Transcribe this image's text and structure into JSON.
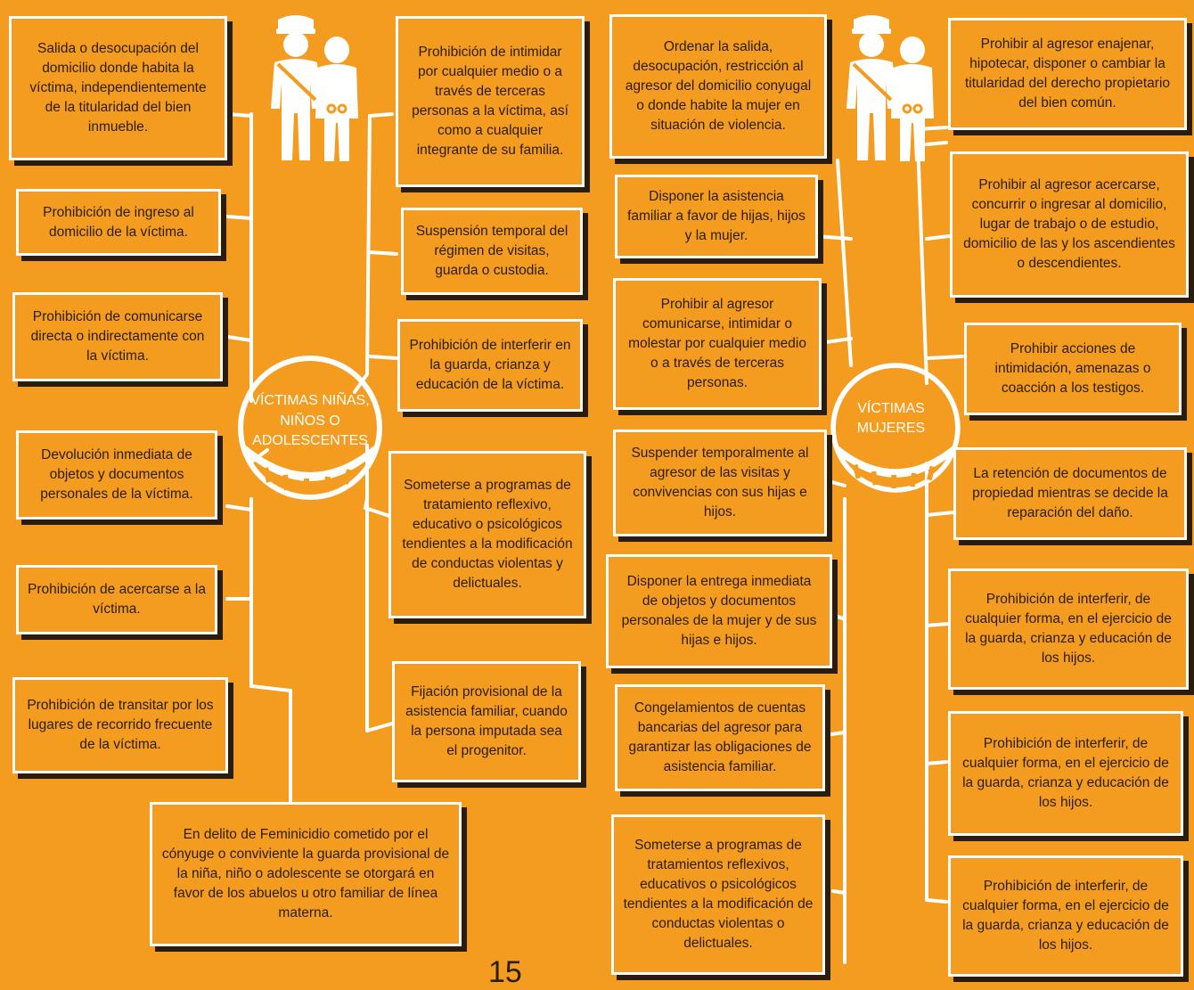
{
  "left": {
    "hub_label": "VÍCTIMAS NIÑAS, NIÑOS O ADOLESCENTES",
    "boxes": [
      "Salida o desocupación del domicilio donde habita la víctima, independientemente de la titularidad del bien inmueble.",
      "Prohibición de ingreso al domicilio de la víctima.",
      "Prohibición de comunicarse directa o indirectamente con la víctima.",
      "Devolución inmediata de objetos y documentos personales de la víctima.",
      "Prohibición de acercarse a la víctima.",
      "Prohibición de transitar por los lugares de recorrido frecuente de la víctima.",
      "Prohibición de intimidar por cualquier medio o a través de terceras personas a la víctima, así como a cualquier integrante de su familia.",
      "Suspensión temporal del régimen de visitas, guarda o custodia.",
      "Prohibición de interferir en la guarda, crianza y educación de la víctima.",
      "Someterse a programas de tratamiento reflexivo, educativo o psicológicos tendientes a la modificación de conductas violentas y delictuales.",
      "Fijación provisional de la asistencia familiar, cuando la persona imputada sea el progenitor.",
      "En delito de Feminicidio cometido por el cónyuge o conviviente la guarda provisional de la niña, niño o adolescente se otorgará en favor de los abuelos u otro familiar de línea materna."
    ]
  },
  "right": {
    "hub_label": "VÍCTIMAS MUJERES",
    "boxes": [
      "Ordenar la salida, desocupación, restricción al agresor del domicilio conyugal o donde habite la mujer en situación de violencia.",
      "Disponer la asistencia familiar a favor de hijas, hijos y la mujer.",
      "Prohibir al agresor comunicarse, intimidar o molestar por cualquier medio o a través de terceras personas.",
      "Suspender temporalmente al agresor de las visitas y convivencias con sus hijas e hijos.",
      "Disponer la entrega inmediata de objetos y documentos personales de la mujer y de sus hijas e hijos.",
      "Congelamientos de cuentas bancarias del agresor para garantizar las obligaciones de asistencia familiar.",
      "Someterse a programas de tratamientos reflexivos, educativos o psicológicos tendientes a la modificación de conductas violentas o delictuales.",
      "Prohibir al agresor enajenar, hipotecar, disponer o cambiar la titularidad del derecho propietario del bien común.",
      "Prohibir al agresor acercarse, concurrir o ingresar al domicilio, lugar de trabajo o de estudio, domicilio de las y los ascendientes o descendientes.",
      "Prohibir acciones de intimidación, amenazas o coacción a los testigos.",
      "La retención de documentos de propiedad mientras se decide la reparación del daño.",
      "Prohibición de interferir, de cualquier forma, en el ejercicio de la guarda, crianza y educación de los hijos.",
      "Prohibición de interferir, de cualquier forma, en el ejercicio de la guarda, crianza y educación de los hijos.",
      "Prohibición de interferir, de cualquier forma, en el ejercicio de la guarda, crianza y educación de los hijos."
    ]
  },
  "page_number": "15",
  "icons": [
    "police-officer-icon",
    "arrested-person-icon"
  ],
  "colors": {
    "background": "#F39C1F",
    "line": "#FFFFFF",
    "shadow": "#2B1D0E",
    "text": "#2B1D0E"
  }
}
